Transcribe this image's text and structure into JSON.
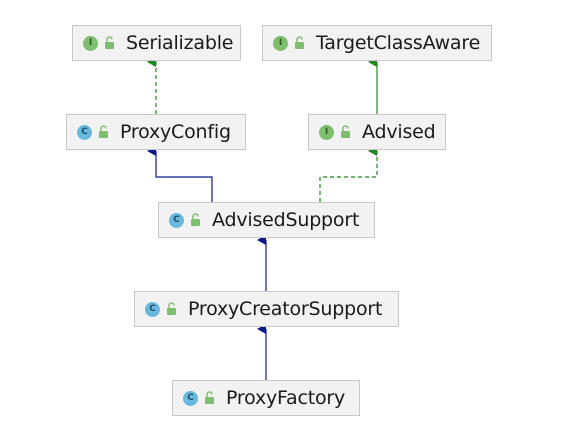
{
  "diagram": {
    "nodes": [
      {
        "id": "serializable",
        "label": "Serializable",
        "kind": "interface",
        "kind_letter": "I"
      },
      {
        "id": "target-class-aware",
        "label": "TargetClassAware",
        "kind": "interface",
        "kind_letter": "I"
      },
      {
        "id": "proxy-config",
        "label": "ProxyConfig",
        "kind": "class",
        "kind_letter": "C"
      },
      {
        "id": "advised",
        "label": "Advised",
        "kind": "interface",
        "kind_letter": "I"
      },
      {
        "id": "advised-support",
        "label": "AdvisedSupport",
        "kind": "class",
        "kind_letter": "C"
      },
      {
        "id": "proxy-creator-support",
        "label": "ProxyCreatorSupport",
        "kind": "class",
        "kind_letter": "C"
      },
      {
        "id": "proxy-factory",
        "label": "ProxyFactory",
        "kind": "class",
        "kind_letter": "C"
      }
    ],
    "edges": [
      {
        "from": "proxy-config",
        "to": "serializable",
        "relation": "implements"
      },
      {
        "from": "advised",
        "to": "target-class-aware",
        "relation": "extends-interface"
      },
      {
        "from": "advised-support",
        "to": "proxy-config",
        "relation": "extends"
      },
      {
        "from": "advised-support",
        "to": "advised",
        "relation": "implements"
      },
      {
        "from": "proxy-creator-support",
        "to": "advised-support",
        "relation": "extends"
      },
      {
        "from": "proxy-factory",
        "to": "proxy-creator-support",
        "relation": "extends"
      }
    ],
    "colors": {
      "extends": "#0d1a8c",
      "implements": "#1f8a1f",
      "node_fill": "#f2f2f2",
      "node_border": "#c8c8c8",
      "interface_badge": "#7dbf6e",
      "class_badge": "#67b8dc",
      "lock": "#7dbf6e"
    }
  }
}
